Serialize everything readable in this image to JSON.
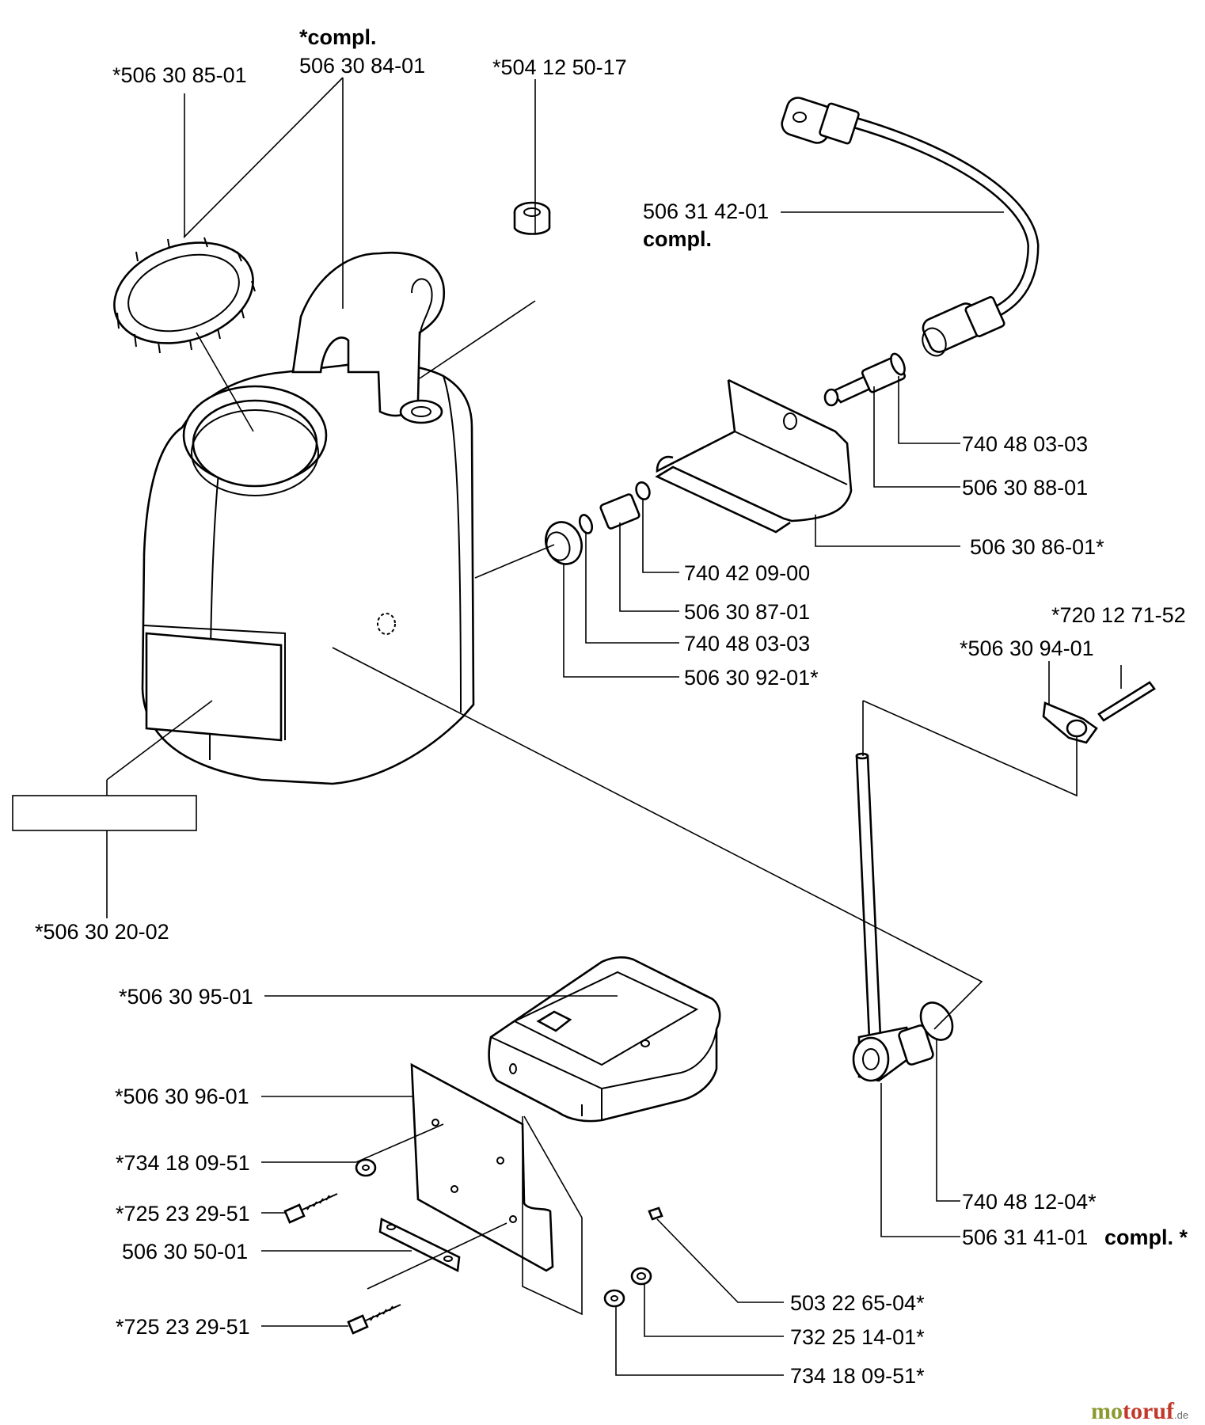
{
  "labels": {
    "cap": "*506 30 85-01",
    "tank_compl": "*compl.",
    "tank": "506 30 84-01",
    "vent": "*504 12 50-17",
    "hose": "506 31 42-01",
    "hose_compl": "compl.",
    "oring_right": "740 48 03-03",
    "nipple_right": "506 30 88-01",
    "bracket": "506 30 86-01*",
    "oring_small": "740 42 09-00",
    "nipple_left": "506 30 87-01",
    "oring_left": "740 48 03-03",
    "nut_large": "506 30 92-01*",
    "pin": "*720 12 71-52",
    "wing": "*506 30 94-01",
    "decal": "*506 30 20-02",
    "box": "*506 30 95-01",
    "plate": "*506 30 96-01",
    "washer1": "*734 18 09-51",
    "screw1": "*725 23 29-51",
    "strip": "506 30 50-01",
    "screw2": "*725 23 29-51",
    "oring_valve": "740 48 12-04*",
    "valve": "506 31 41-01",
    "valve_compl": "compl. *",
    "nut_square": "503 22 65-04*",
    "nut_hex": "732 25 14-01*",
    "washer2": "734 18 09-51*"
  },
  "watermark": {
    "a": "mo",
    "b": "toruf",
    "c": ".de"
  }
}
